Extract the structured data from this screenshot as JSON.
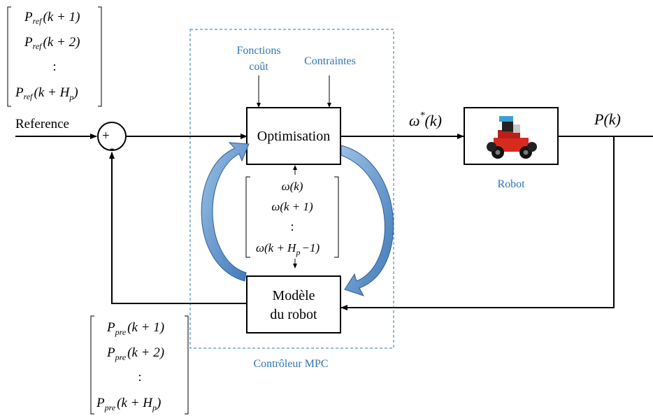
{
  "reference_label": "Reference",
  "sum": {
    "plus": "+",
    "minus": "-"
  },
  "ref_vector": {
    "sym": "P",
    "sub": "ref",
    "rows": [
      "(k + 1)",
      "(k + 2)",
      ":",
      "(k + H"
    ],
    "hp_sub": "p",
    "close": ")"
  },
  "pre_vector": {
    "sym": "P",
    "sub": "pre",
    "rows": [
      "(k + 1)",
      "(k + 2)",
      ":",
      "(k + H"
    ],
    "hp_sub": "p",
    "close": ")"
  },
  "omega_vector": {
    "rows": [
      "ω(k)",
      "ω(k + 1)",
      ":",
      "ω(k + H"
    ],
    "hp_sub": "p",
    "tail": "−1)"
  },
  "inputs": {
    "cost": [
      "Fonctions",
      "coût"
    ],
    "constraints": "Contraintes"
  },
  "blocks": {
    "optimisation": "Optimisation",
    "model": [
      "Modèle",
      "du robot"
    ],
    "robot_caption": "Robot"
  },
  "controller_label": "Contrôleur MPC",
  "signals": {
    "omega_star": "ω",
    "star": "*",
    "omega_arg": "(k)",
    "output": "P(k)"
  },
  "colors": {
    "accent": "#2e75b6",
    "arrow_fill": "#4a86c5",
    "line": "#000000"
  }
}
